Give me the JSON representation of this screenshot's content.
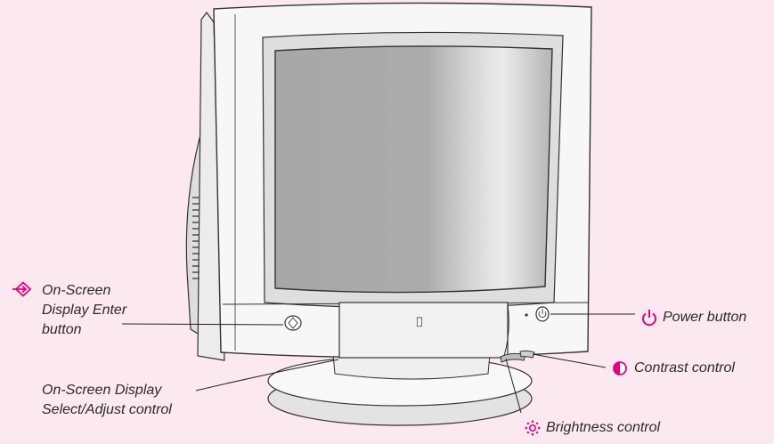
{
  "callouts": {
    "osd_enter": {
      "icon": "osd-enter-icon",
      "lines": [
        "On-Screen",
        "Display Enter",
        "button"
      ]
    },
    "osd_select": {
      "lines": [
        "On-Screen Display",
        "Select/Adjust control"
      ]
    },
    "power": {
      "icon": "power-icon",
      "label": "Power button"
    },
    "contrast": {
      "icon": "contrast-icon",
      "label": "Contrast control"
    },
    "brightness": {
      "icon": "brightness-icon",
      "label": "Brightness control"
    }
  },
  "colors": {
    "background": "#fbe9ef",
    "accent": "#e4007c",
    "bezel": "#f6f6f6",
    "screen": "#a9a9a9",
    "outline": "#333333"
  }
}
